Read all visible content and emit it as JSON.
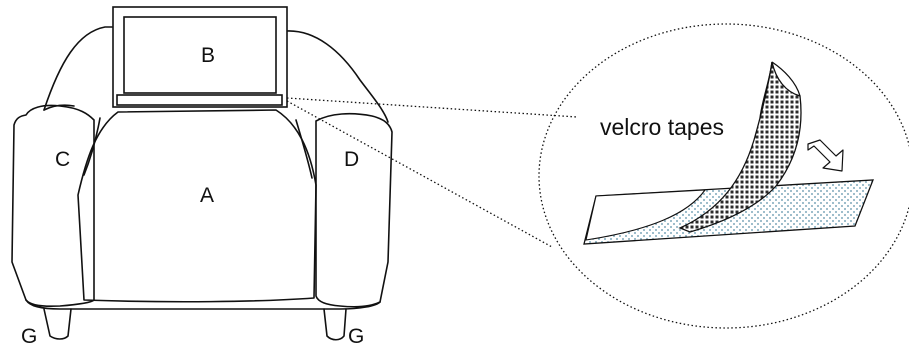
{
  "labels": {
    "A": "A",
    "B": "B",
    "C": "C",
    "D": "D",
    "G_left": "G",
    "G_right": "G"
  },
  "callout": {
    "text": "velcro tapes"
  },
  "colors": {
    "line": "#111111",
    "hook_tape_fill": "#2b2b2b",
    "loop_tape_dots": "#5a8fa8",
    "background": "#ffffff"
  }
}
